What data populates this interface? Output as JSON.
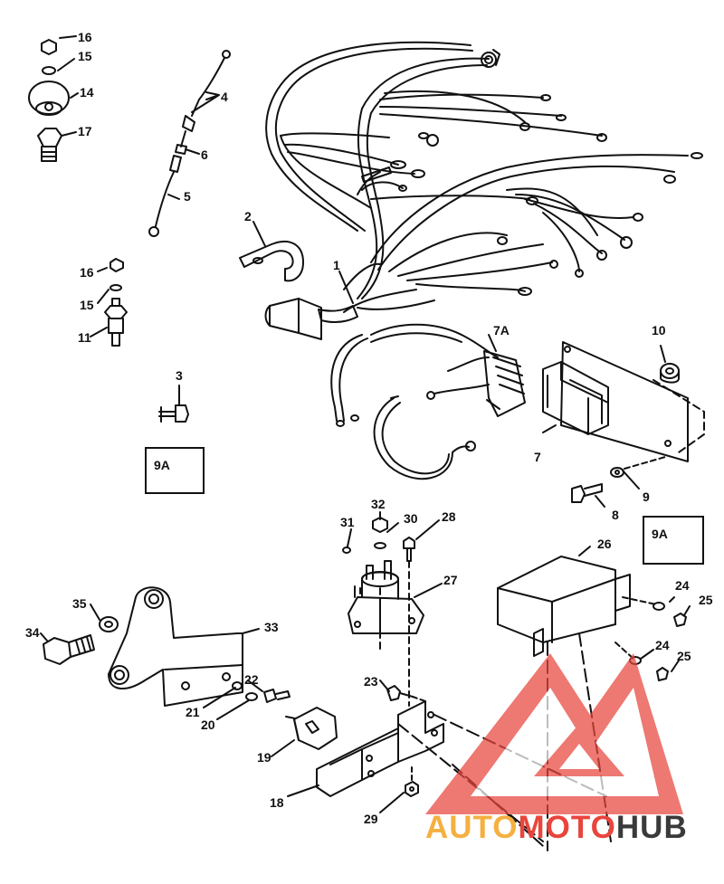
{
  "callouts": {
    "c1": "1",
    "c2": "2",
    "c3": "3",
    "c4": "4",
    "c5": "5",
    "c6": "6",
    "c7": "7",
    "c7a": "7A",
    "c8": "8",
    "c9": "9",
    "c10": "10",
    "c11": "11",
    "c14": "14",
    "c15a": "15",
    "c15b": "15",
    "c16a": "16",
    "c16b": "16",
    "c17": "17",
    "c18": "18",
    "c19": "19",
    "c20": "20",
    "c21": "21",
    "c22": "22",
    "c23": "23",
    "c24a": "24",
    "c24b": "24",
    "c25a": "25",
    "c25b": "25",
    "c26": "26",
    "c27": "27",
    "c28": "28",
    "c29": "29",
    "c30": "30",
    "c31": "31",
    "c32": "32",
    "c33": "33",
    "c34": "34",
    "c35": "35"
  },
  "boxes": {
    "left": "9A",
    "right": "9A"
  },
  "watermark": {
    "part1": "AUTO",
    "part2": "MOTO",
    "part3": "HUB",
    "color_orange": "#f5b041",
    "color_red": "#e8453c",
    "color_gray": "#3a3a3a"
  },
  "colors": {
    "line": "#111111",
    "paper": "#ffffff"
  }
}
